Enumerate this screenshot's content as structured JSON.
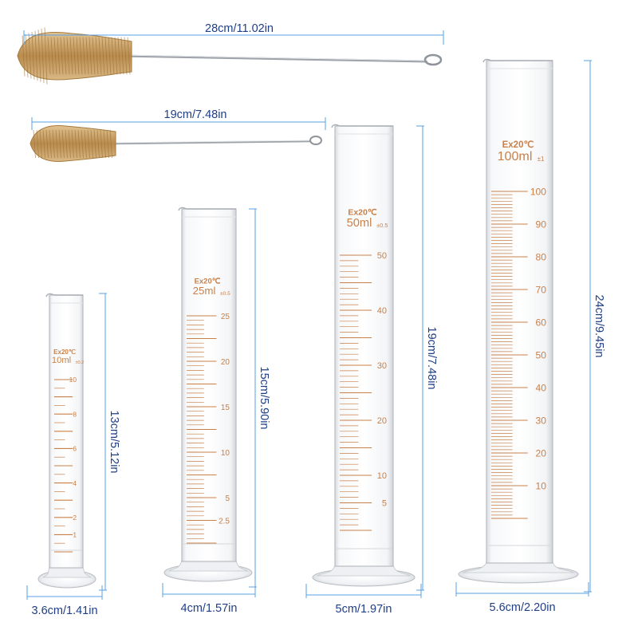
{
  "colors": {
    "dimension_line": "#5aa0e6",
    "dimension_text": "#1f3e86",
    "graduation": "#c8804a",
    "brush_bristle": "#c9a36a",
    "glass_edge": "#b9bcc2"
  },
  "brushes": [
    {
      "dimension": "28cm/11.02in"
    },
    {
      "dimension": "19cm/7.48in"
    }
  ],
  "cylinders": [
    {
      "ex": "Ex20℃",
      "capacity": "10ml",
      "tolerance": "±0.2",
      "height_dimension": "13cm/5.12in",
      "width_dimension": "3.6cm/1.41in",
      "scale_labels": [
        "10",
        "8",
        "6",
        "4",
        "2",
        "1"
      ]
    },
    {
      "ex": "Ex20℃",
      "capacity": "25ml",
      "tolerance": "±0.5",
      "height_dimension": "15cm/5.90in",
      "width_dimension": "4cm/1.57in",
      "scale_labels": [
        "25",
        "20",
        "15",
        "10",
        "5",
        "2.5"
      ]
    },
    {
      "ex": "Ex20℃",
      "capacity": "50ml",
      "tolerance": "±0.5",
      "height_dimension": "19cm/7.48in",
      "width_dimension": "5cm/1.97in",
      "scale_labels": [
        "50",
        "40",
        "30",
        "20",
        "10",
        "5"
      ]
    },
    {
      "ex": "Ex20℃",
      "capacity": "100ml",
      "tolerance": "±1",
      "height_dimension": "24cm/9.45in",
      "width_dimension": "5.6cm/2.20in",
      "scale_labels": [
        "100",
        "90",
        "80",
        "70",
        "60",
        "50",
        "40",
        "30",
        "20",
        "10"
      ]
    }
  ]
}
